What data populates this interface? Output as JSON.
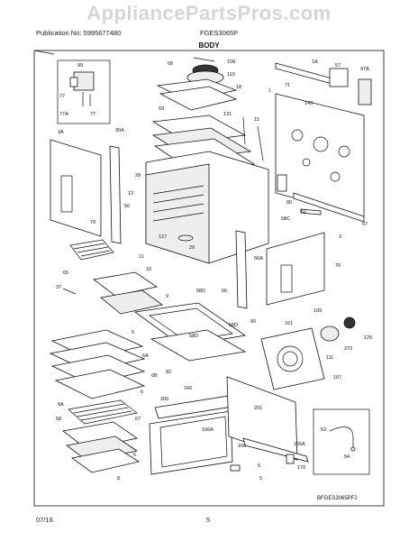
{
  "watermark": "AppliancePartsPros.com",
  "header": {
    "publication": "Publication No: 5995677480",
    "model": "FGES3065P",
    "section_title": "BODY"
  },
  "footer": {
    "date": "07/16",
    "page": "5",
    "diagram_code": "BFGES3065PFJ"
  },
  "callouts": {
    "c99": "99",
    "c77": "77",
    "c77A": "77A",
    "c77b": "77",
    "c68": "68",
    "c108": "108",
    "c119": "119",
    "c18": "18",
    "c69": "69",
    "c1A": "1A",
    "c57": "57",
    "c97A": "97A",
    "c1": "1",
    "c71": "71",
    "c143": "143",
    "c131": "131",
    "c15": "15",
    "c3A": "3A",
    "c30A": "30A",
    "c29a": "29",
    "c12": "12",
    "c50": "50",
    "c70": "70",
    "c127": "127",
    "c29b": "29",
    "c80": "80",
    "c62": "62",
    "c67": "67",
    "c58C": "58C",
    "c3": "3",
    "c56A": "56A",
    "c76": "76",
    "c11": "11",
    "c65": "65",
    "c10": "10",
    "c37": "37",
    "c9": "9",
    "c58D": "58D",
    "c56": "56",
    "c90": "90",
    "c6": "6",
    "c58Db": "58D",
    "c58Dc": "58D",
    "c161": "161",
    "c109": "109",
    "c125": "125",
    "c272": "272",
    "c111": "111",
    "c6A": "6A",
    "c6B": "6B",
    "c82": "82",
    "c107": "107",
    "c6b2": "6",
    "c166": "166",
    "c200": "200",
    "c201": "201",
    "c8A": "8A",
    "c58": "58",
    "c67b": "67",
    "c166A": "166A",
    "c166b": "166",
    "c166Ab": "166A",
    "c53": "53",
    "c54": "54",
    "c5": "5",
    "c5b": "5",
    "c5c": "5",
    "c8": "8",
    "c170": "170"
  }
}
